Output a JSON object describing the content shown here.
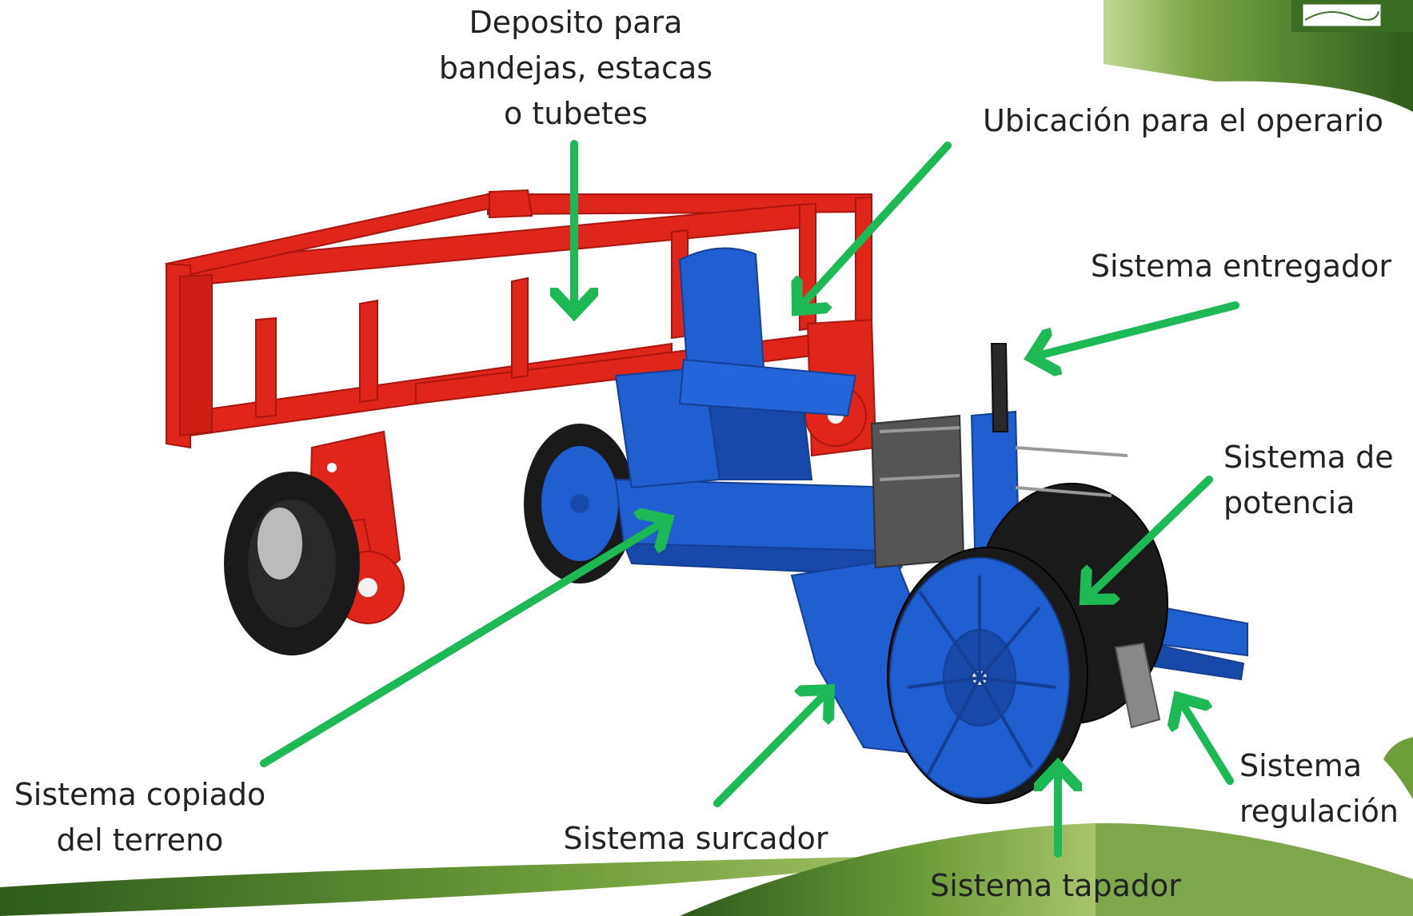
{
  "labels": {
    "deposito": [
      "Deposito para",
      "bandejas, estacas",
      "o tubetes"
    ],
    "operario": [
      "Ubicación para el operario"
    ],
    "entregador": [
      "Sistema entregador"
    ],
    "potencia": [
      "Sistema de",
      "potencia"
    ],
    "copiado": [
      "Sistema copiado",
      "del terreno"
    ],
    "surcador": [
      "Sistema surcador"
    ],
    "tapador": [
      "Sistema tapador"
    ],
    "regulacion": [
      "Sistema",
      "regulación"
    ]
  },
  "colors": {
    "arrow": "#1db954",
    "frame_red": "#e0261b",
    "machine_blue": "#1f5fd0",
    "tire_black": "#1a1a1a",
    "decor_green": "#4a7d2a"
  }
}
